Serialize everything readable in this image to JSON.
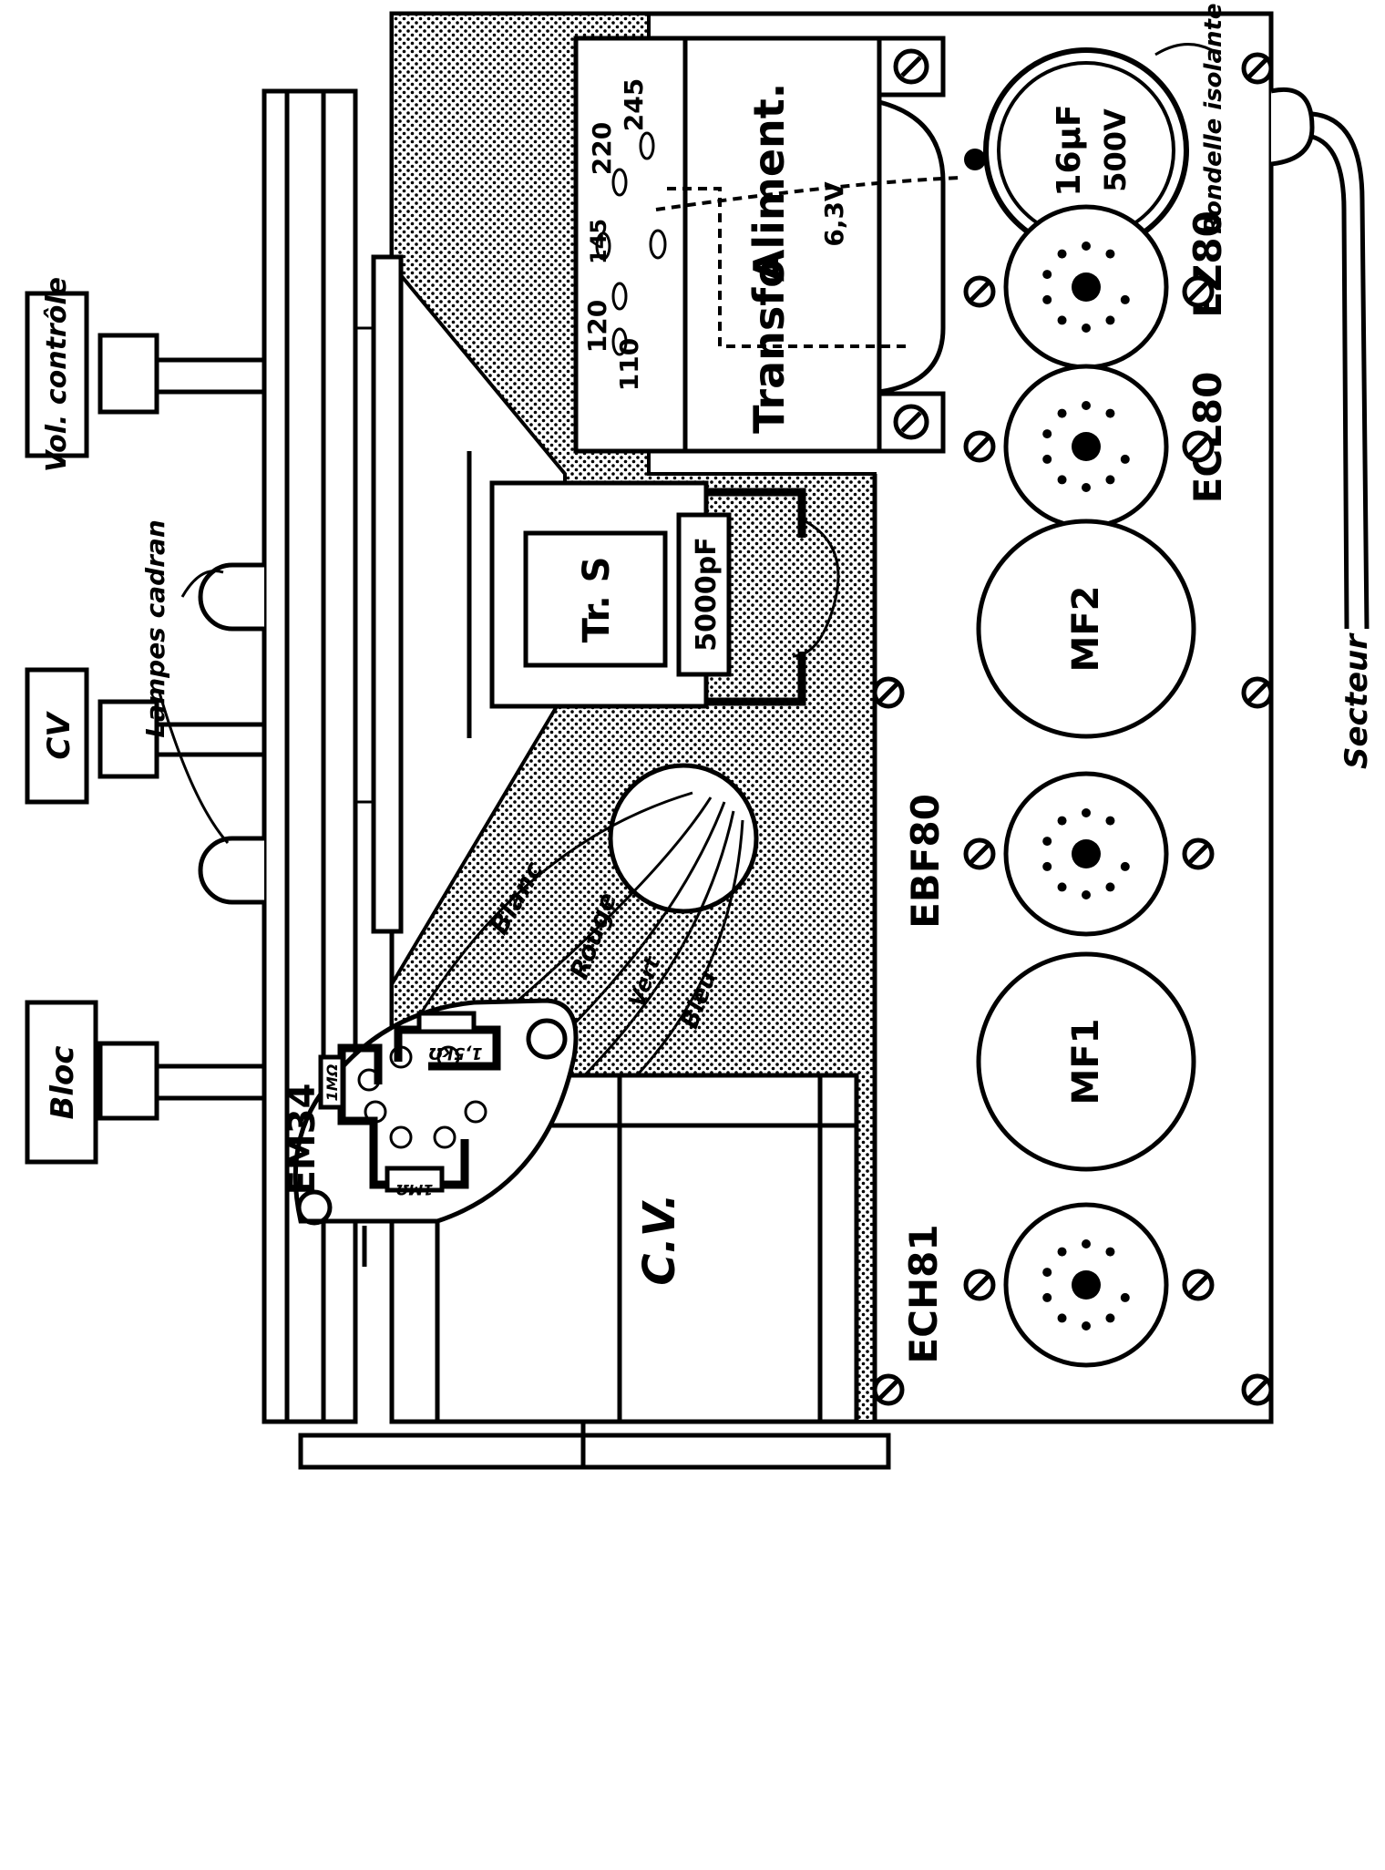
{
  "controls": {
    "volume": "Vol. contrôle",
    "cv": "CV",
    "bloc": "Bloc"
  },
  "dial_lamps": "Lampes cadran",
  "transformer": {
    "title_1": "Transfo",
    "title_2": "Aliment.",
    "taps": [
      "110",
      "120",
      "145",
      "220",
      "245"
    ],
    "heater": "6,3V"
  },
  "filter_cap": {
    "value": "16µF",
    "voltage": "500V",
    "washer": "Rondelle isolante"
  },
  "mains": "Secteur",
  "output_transformer": {
    "label": "Tr. S",
    "cap": "5000pF"
  },
  "tubes": {
    "ez80": "EZ80",
    "ecl80": "ECL80",
    "ebf80": "EBF80",
    "ech81": "ECH81",
    "em34": "EM34"
  },
  "if_transformers": {
    "mf1": "MF1",
    "mf2": "MF2"
  },
  "em34_parts": {
    "r1": "1,5kΩ",
    "r2": "1MΩ",
    "r3": "1MΩ"
  },
  "wires": {
    "blanc": "Blanc",
    "rouge": "Rouge",
    "vert": "Vert",
    "bleu": "Bleu"
  },
  "tuning_cap": "C.V."
}
